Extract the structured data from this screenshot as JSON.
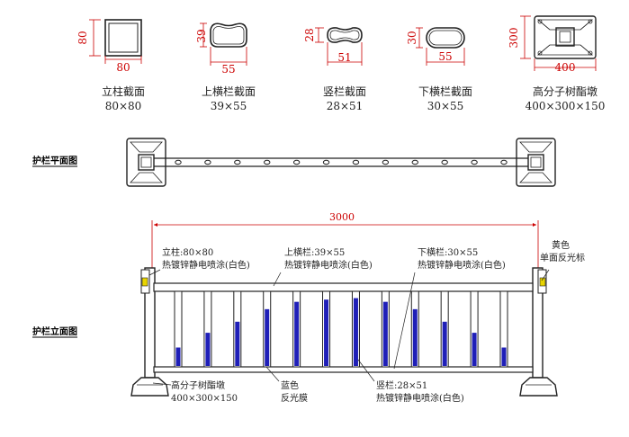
{
  "colors": {
    "dimension": "#cc0000",
    "reflective_film": "#1f1fb8",
    "line": "#222222"
  },
  "sections": [
    {
      "name": "立柱截面",
      "size": "80×80",
      "dim_w": "80",
      "dim_h": "80"
    },
    {
      "name": "上横栏截面",
      "size": "39×55",
      "dim_w": "55",
      "dim_h": "39"
    },
    {
      "name": "竖栏截面",
      "size": "28×51",
      "dim_w": "51",
      "dim_h": "28"
    },
    {
      "name": "下横栏截面",
      "size": "30×55",
      "dim_w": "55",
      "dim_h": "30"
    },
    {
      "name": "高分子树酯墩",
      "size": "400×300×150",
      "dim_w": "400",
      "dim_h": "300"
    }
  ],
  "plan_view": {
    "title": "护栏平面图"
  },
  "elevation_view": {
    "title": "护栏立面图",
    "total_length": "3000",
    "post": {
      "line1": "立柱:80×80",
      "line2": "热镀锌静电喷涂(白色)"
    },
    "top_rail": {
      "line1": "上横栏:39×55",
      "line2": "热镀锌静电喷涂(白色)"
    },
    "bottom_rail": {
      "line1": "下横栏:30×55",
      "line2": "热镀锌静电喷涂(白色)"
    },
    "reflector": {
      "line1": "黄色",
      "line2": "单面反光标"
    },
    "base": {
      "line1": "高分子树酯墩",
      "line2": "400×300×150"
    },
    "film": {
      "line1": "蓝色",
      "line2": "反光膜"
    },
    "picket": {
      "line1": "竖栏:28×51",
      "line2": "热镀锌静电喷涂(白色)"
    },
    "film_levels": [
      0.25,
      0.45,
      0.6,
      0.77,
      0.87,
      0.9,
      0.92,
      0.87,
      0.77,
      0.6,
      0.45,
      0.25
    ]
  }
}
